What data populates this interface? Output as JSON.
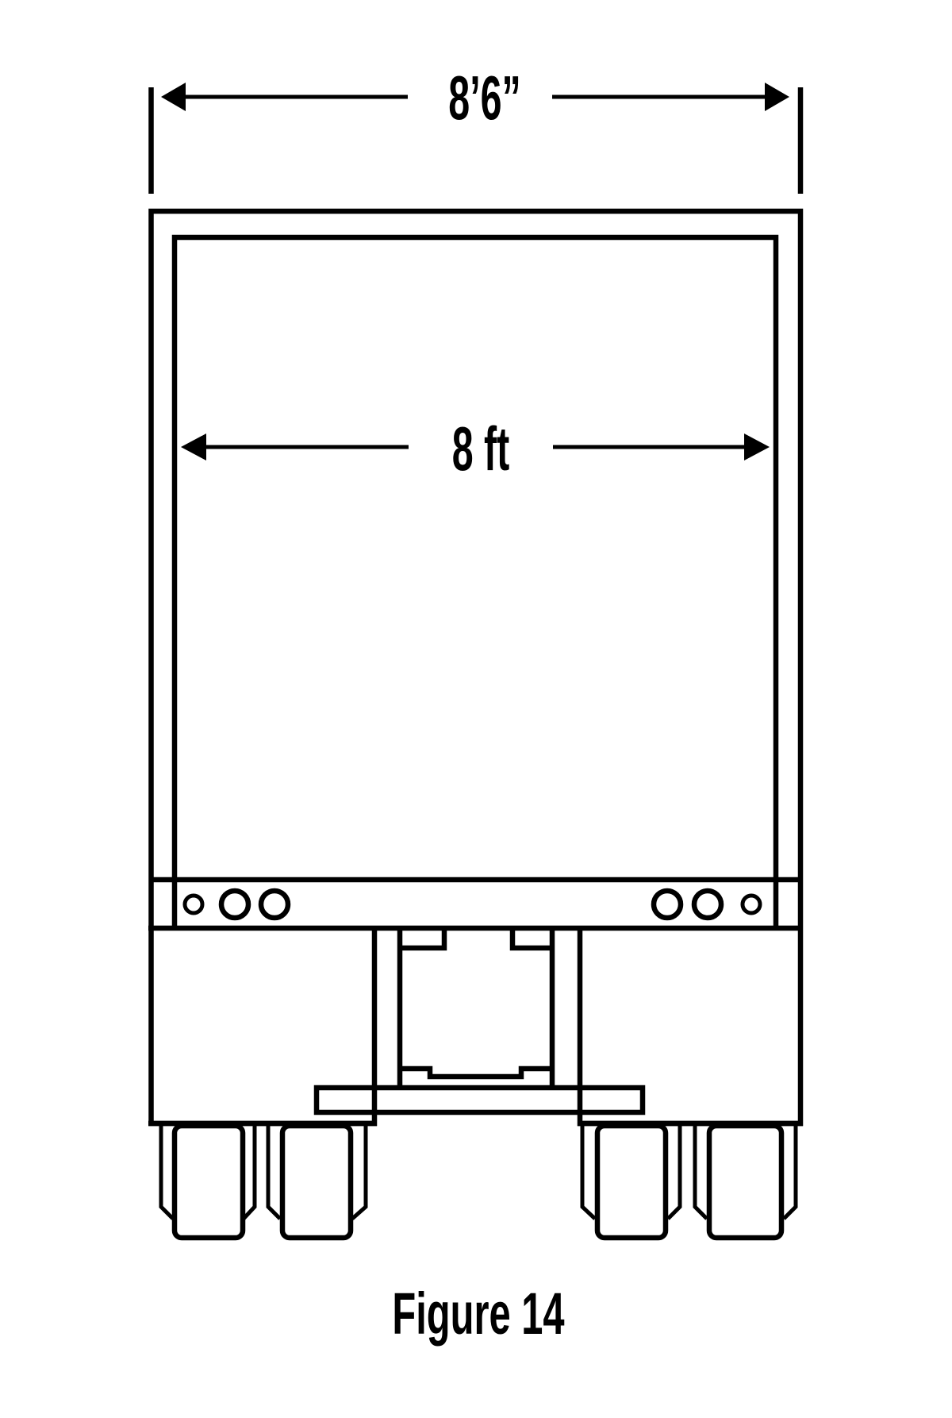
{
  "figure": {
    "caption": "Figure 14",
    "subject": "Rear view of trailer with width dimensions",
    "dimensions": {
      "outer_width_label": "8’6”",
      "inner_width_label": "8 ft"
    },
    "rear_lights": {
      "left": [
        "small-light",
        "large-light",
        "large-light"
      ],
      "right": [
        "large-light",
        "large-light",
        "small-light"
      ]
    },
    "wheel_count": 4
  },
  "colors": {
    "line": "#000000",
    "background": "#ffffff"
  }
}
